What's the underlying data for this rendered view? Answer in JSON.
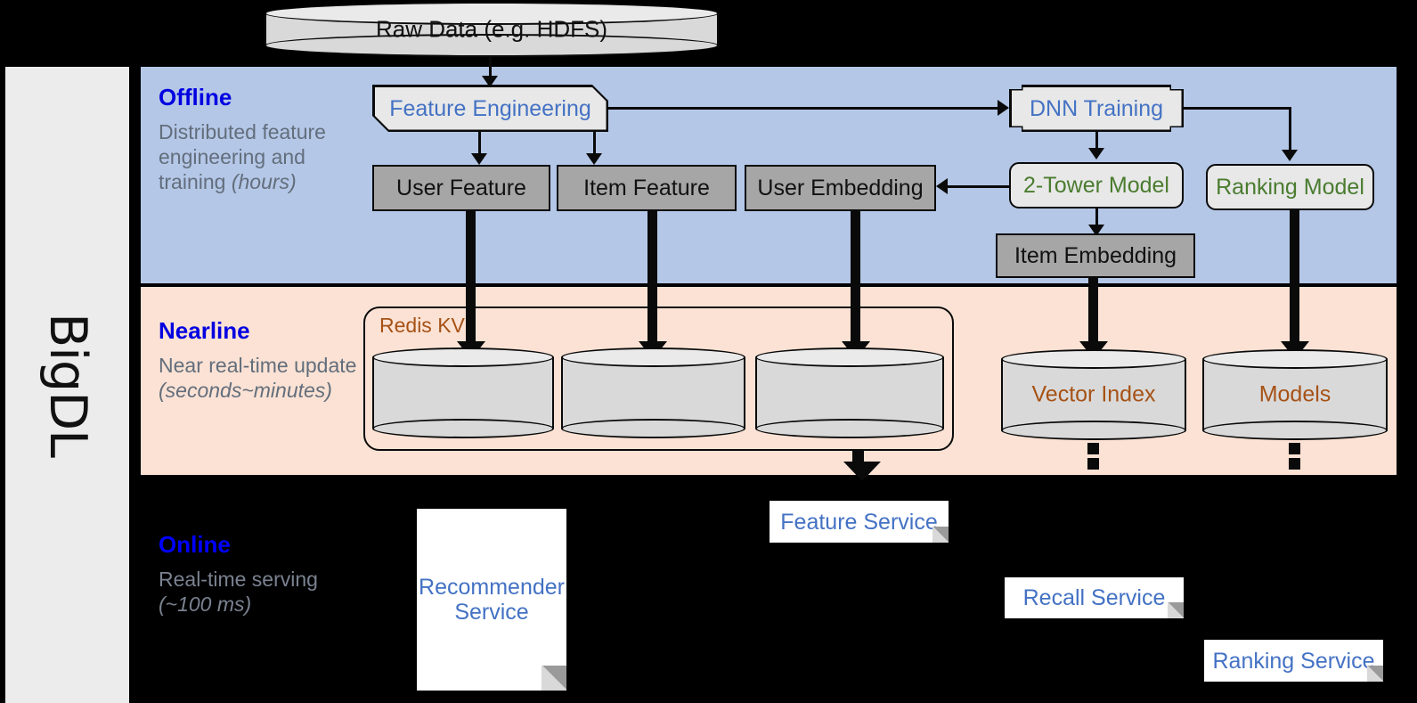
{
  "sidebar": {
    "label": "BigDL"
  },
  "bands": {
    "offline": {
      "title": "Offline",
      "desc_plain": "Distributed feature engineering and training ",
      "desc_em": "(hours)"
    },
    "nearline": {
      "title": "Nearline",
      "desc_plain": "Near real-time update ",
      "desc_em": "(seconds~minutes)"
    },
    "online": {
      "title": "Online",
      "desc_plain": "Real-time serving ",
      "desc_em": "(~100 ms)"
    }
  },
  "source": {
    "raw_data": "Raw Data (e.g. HDFS)"
  },
  "offline": {
    "feature_engineering": "Feature Engineering",
    "dnn_training": "DNN Training",
    "user_feature": "User Feature",
    "item_feature": "Item Feature",
    "user_embedding": "User Embedding",
    "two_tower_model": "2-Tower Model",
    "ranking_model": "Ranking Model",
    "item_embedding": "Item Embedding"
  },
  "nearline": {
    "redis_kv": "Redis KV",
    "store_1": "",
    "store_2": "",
    "store_3": "",
    "vector_index": "Vector Index",
    "models": "Models"
  },
  "online": {
    "recommender_service": "Recommender Service",
    "feature_service": "Feature Service",
    "recall_service": "Recall Service",
    "ranking_service": "Ranking Service"
  },
  "colors": {
    "offline_band": "#b4c7e7",
    "nearline_band": "#fbe2d4",
    "online_band": "#000000",
    "band_title": "#0000e0",
    "band_desc": "#636e7c",
    "process_text": "#4472c4",
    "model_text": "#4a7c2f",
    "store_text": "#a65216",
    "gray_fill": "#a6a6a6",
    "sidebar_fill": "#ececec"
  }
}
